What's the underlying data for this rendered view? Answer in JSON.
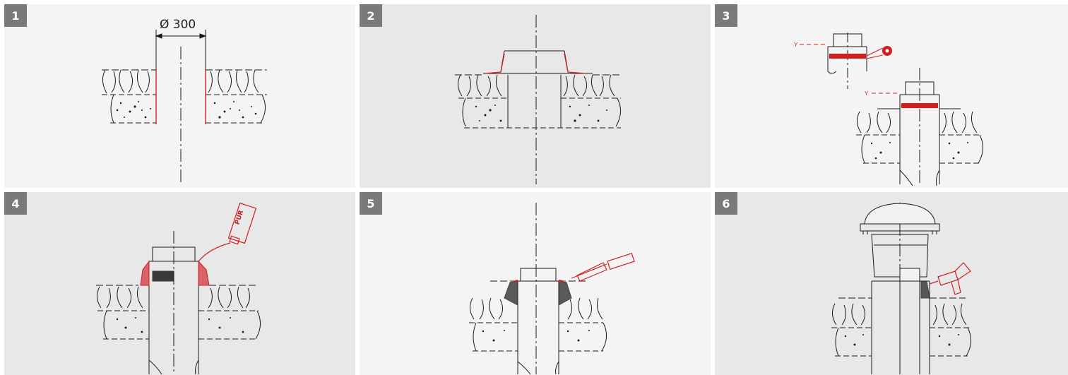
{
  "steps": [
    {
      "number": "1",
      "annotation": "Ø 300"
    },
    {
      "number": "2"
    },
    {
      "number": "3",
      "marker_a": "Y",
      "marker_b": "Y"
    },
    {
      "number": "4",
      "can_label": "PUR"
    },
    {
      "number": "5"
    },
    {
      "number": "6"
    }
  ],
  "colors": {
    "accent": "#d01f1f",
    "ink": "#1a1a1a",
    "badge": "#7a7a7a",
    "panel_light": "#f4f4f4",
    "panel_dark": "#e8e8e8"
  }
}
